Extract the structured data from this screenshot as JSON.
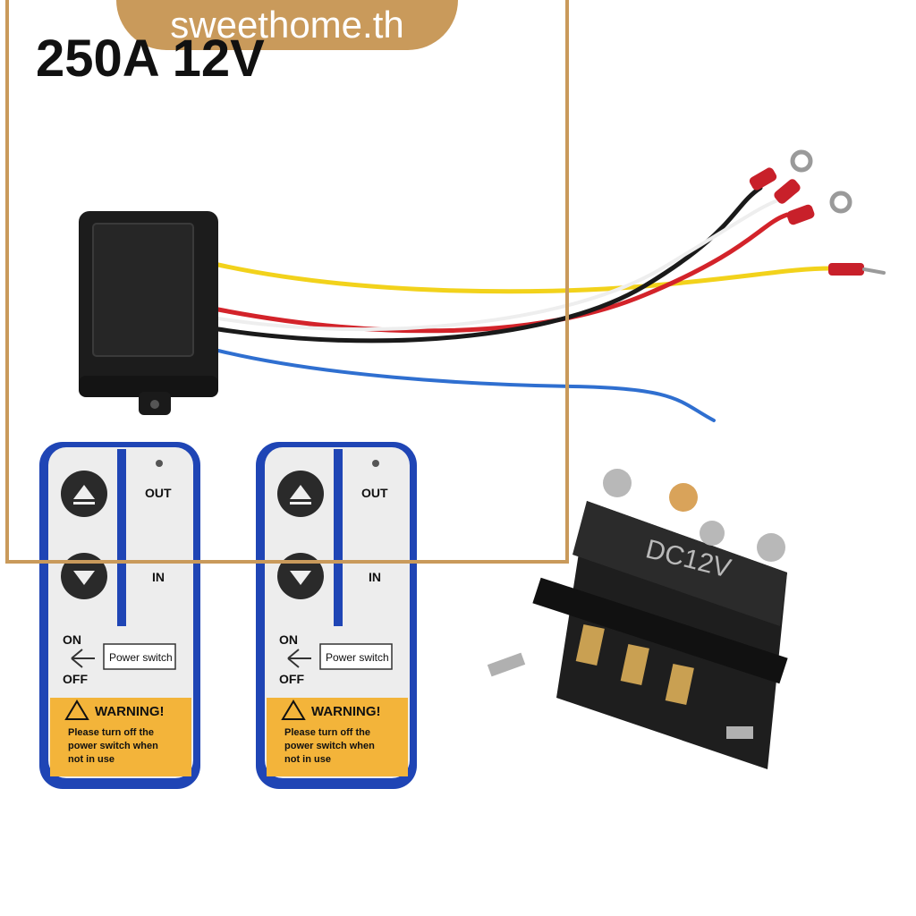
{
  "watermark": {
    "text": "sweethome.th"
  },
  "product": {
    "title": "250A 12V"
  },
  "remotes": [
    {
      "out_label": "OUT",
      "in_label": "IN",
      "on_label": "ON",
      "off_label": "OFF",
      "power_label": "Power switch",
      "warning_title": "WARNING!",
      "warning_line1": "Please turn off the",
      "warning_line2": "power switch when",
      "warning_line3": "not in use"
    },
    {
      "out_label": "OUT",
      "in_label": "IN",
      "on_label": "ON",
      "off_label": "OFF",
      "power_label": "Power switch",
      "warning_title": "WARNING!",
      "warning_line1": "Please turn off the",
      "warning_line2": "power switch when",
      "warning_line3": "not in use"
    }
  ],
  "solenoid": {
    "label": "DC12V"
  },
  "colors": {
    "accent": "#c99a5b",
    "remote_blue": "#1f45b5",
    "warning_yellow": "#f3b43a",
    "wire_yellow": "#f2d21b",
    "wire_red": "#d3232a",
    "wire_black": "#1a1a1a",
    "wire_blue": "#2f6fd0"
  }
}
